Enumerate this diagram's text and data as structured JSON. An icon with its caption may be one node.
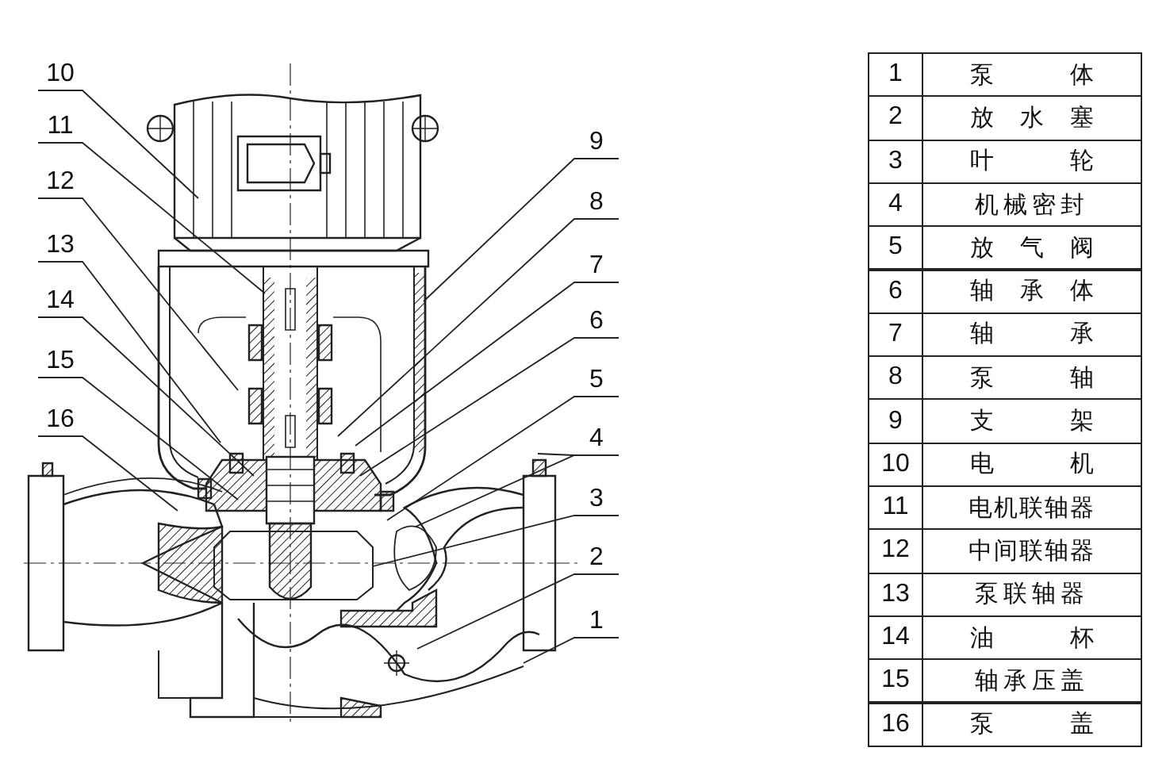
{
  "diagram": {
    "nodes": [
      {
        "text": [
          "10"
        ]
      },
      {
        "text": [
          "11"
        ]
      },
      {
        "text": [
          "12"
        ]
      },
      {
        "text": [
          "13"
        ]
      },
      {
        "text": [
          "14"
        ]
      },
      {
        "text": [
          "15"
        ]
      },
      {
        "text": [
          "16"
        ]
      },
      {
        "text": [
          "9"
        ]
      },
      {
        "text": [
          "8"
        ]
      },
      {
        "text": [
          "7"
        ]
      },
      {
        "text": [
          "6"
        ]
      },
      {
        "text": [
          "5"
        ]
      },
      {
        "text": [
          "4"
        ]
      },
      {
        "text": [
          "3"
        ]
      },
      {
        "text": [
          "2"
        ]
      },
      {
        "text": [
          "1"
        ]
      }
    ],
    "edges": [
      {
        "from": 0,
        "to": null,
        "arrow": "none"
      },
      {
        "from": 1,
        "to": null,
        "arrow": "none"
      },
      {
        "from": 2,
        "to": null,
        "arrow": "none"
      },
      {
        "from": 3,
        "to": null,
        "arrow": "none"
      },
      {
        "from": 4,
        "to": null,
        "arrow": "none"
      },
      {
        "from": 5,
        "to": null,
        "arrow": "none"
      },
      {
        "from": 6,
        "to": null,
        "arrow": "none"
      },
      {
        "from": 7,
        "to": null,
        "arrow": "none"
      },
      {
        "from": 8,
        "to": null,
        "arrow": "none"
      },
      {
        "from": 9,
        "to": null,
        "arrow": "none"
      },
      {
        "from": 10,
        "to": null,
        "arrow": "none"
      },
      {
        "from": 11,
        "to": null,
        "arrow": "none"
      },
      {
        "from": 12,
        "to": null,
        "arrow": "none"
      },
      {
        "from": 12,
        "to": null,
        "arrow": "none"
      },
      {
        "from": 13,
        "to": null,
        "arrow": "none"
      },
      {
        "from": 14,
        "to": null,
        "arrow": "none"
      },
      {
        "from": 15,
        "to": null,
        "arrow": "none"
      }
    ],
    "labels": [
      "1",
      "泵体",
      "2",
      "放水塞",
      "3",
      "叶轮",
      "4",
      "机械密封",
      "5",
      "放气阀",
      "6",
      "轴承体",
      "7",
      "轴承",
      "8",
      "泵轴",
      "9",
      "支架",
      "10",
      "电机",
      "11",
      "电机联轴器",
      "12",
      "中间联轴器",
      "13",
      "泵联轴器",
      "14",
      "油杯",
      "15",
      "轴承压盖",
      "16",
      "泵盖"
    ]
  }
}
